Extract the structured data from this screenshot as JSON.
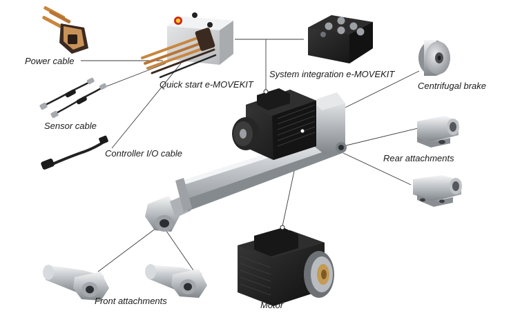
{
  "labels": {
    "power_cable": "Power cable",
    "sensor_cable": "Sensor cable",
    "controller_io_cable": "Controller I/O cable",
    "quick_start": "Quick start e-MOVEKIT",
    "system_integration": "System integration e-MOVEKIT",
    "centrifugal_brake": "Centrifugal brake",
    "rear_attachments": "Rear attachments",
    "front_attachments": "Front attachments",
    "motor": "Motor"
  },
  "colors": {
    "background": "#ffffff",
    "label_text": "#1a1a1a",
    "leader_line": "#3a3a3a",
    "actuator_silver": "#c9ccd0",
    "motor_black": "#1c1c1c",
    "connector_orange": "#c8873e",
    "emergency_red": "#c9261d"
  }
}
